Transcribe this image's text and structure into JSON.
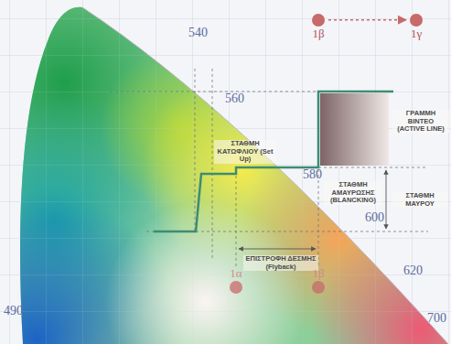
{
  "diagram": {
    "nodes": [
      {
        "text": [
          "1β"
        ]
      },
      {
        "text": [
          "1γ"
        ]
      },
      {
        "text": [
          "1α"
        ]
      },
      {
        "text": [
          "1β"
        ]
      }
    ],
    "edges": [
      {
        "from": 0,
        "to": 1,
        "arrow": "to"
      }
    ],
    "labels": [
      "540",
      "560",
      "580",
      "600",
      "620",
      "700",
      "490",
      "ΣΤΑΘΜΗ ΚΑΤΩΦΛΙΟΥ (Set Up)",
      "ΓΡΑΜΜΗ ΒΙΝΤΕΟ (ACTIVE LINE)",
      "ΣΤΑΘΜΗ ΑΜΑΥΡΩΣΗΣ (BLANCKING)",
      "ΣΤΑΘΜΗ ΜΑΥΡΟΥ",
      "ΕΠΙΣΤΡΟΦΗ ΔΕΣΜΗΣ (Flyback)"
    ]
  }
}
